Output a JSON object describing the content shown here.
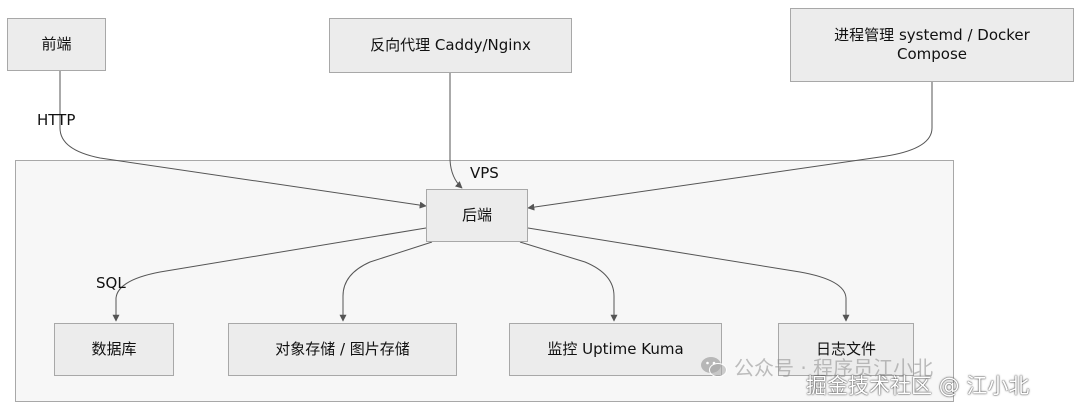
{
  "diagram": {
    "cluster_label": "VPS",
    "nodes": {
      "frontend": "前端",
      "proxy": "反向代理 Caddy/Nginx",
      "process_manager": "进程管理 systemd / Docker Compose",
      "backend": "后端",
      "database": "数据库",
      "storage": "对象存储 / 图片存储",
      "monitor": "监控 Uptime Kuma",
      "logs": "日志文件"
    },
    "edge_labels": {
      "frontend_backend": "HTTP",
      "backend_database": "SQL"
    }
  },
  "watermark": {
    "wechat": "公众号 · 程序员江小北",
    "juejin": "掘金技术社区 @ 江小北"
  },
  "colors": {
    "node_fill": "#ececec",
    "node_border": "#a8a8a8",
    "edge": "#555555",
    "cluster_fill": "#f7f7f7"
  }
}
